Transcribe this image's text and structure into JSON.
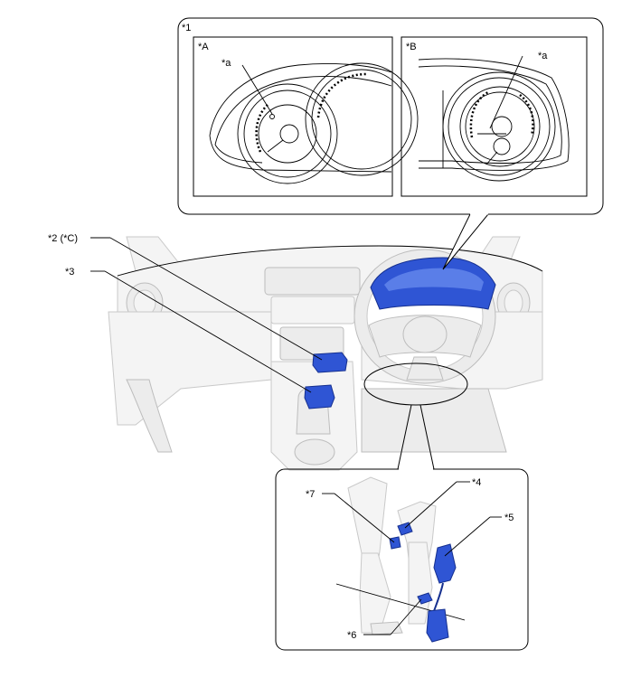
{
  "labels": {
    "inset_main": "*1",
    "view_a": "*A",
    "view_b": "*B",
    "callout_a_left": "*a",
    "callout_a_right": "*a",
    "callout_2": "*2 (*C)",
    "callout_3": "*3",
    "callout_4": "*4",
    "callout_5": "*5",
    "callout_6": "*6",
    "callout_7": "*7"
  },
  "colors": {
    "highlight": "#2f55d4",
    "outline": "#000000",
    "interior": "#f4f4f4"
  }
}
